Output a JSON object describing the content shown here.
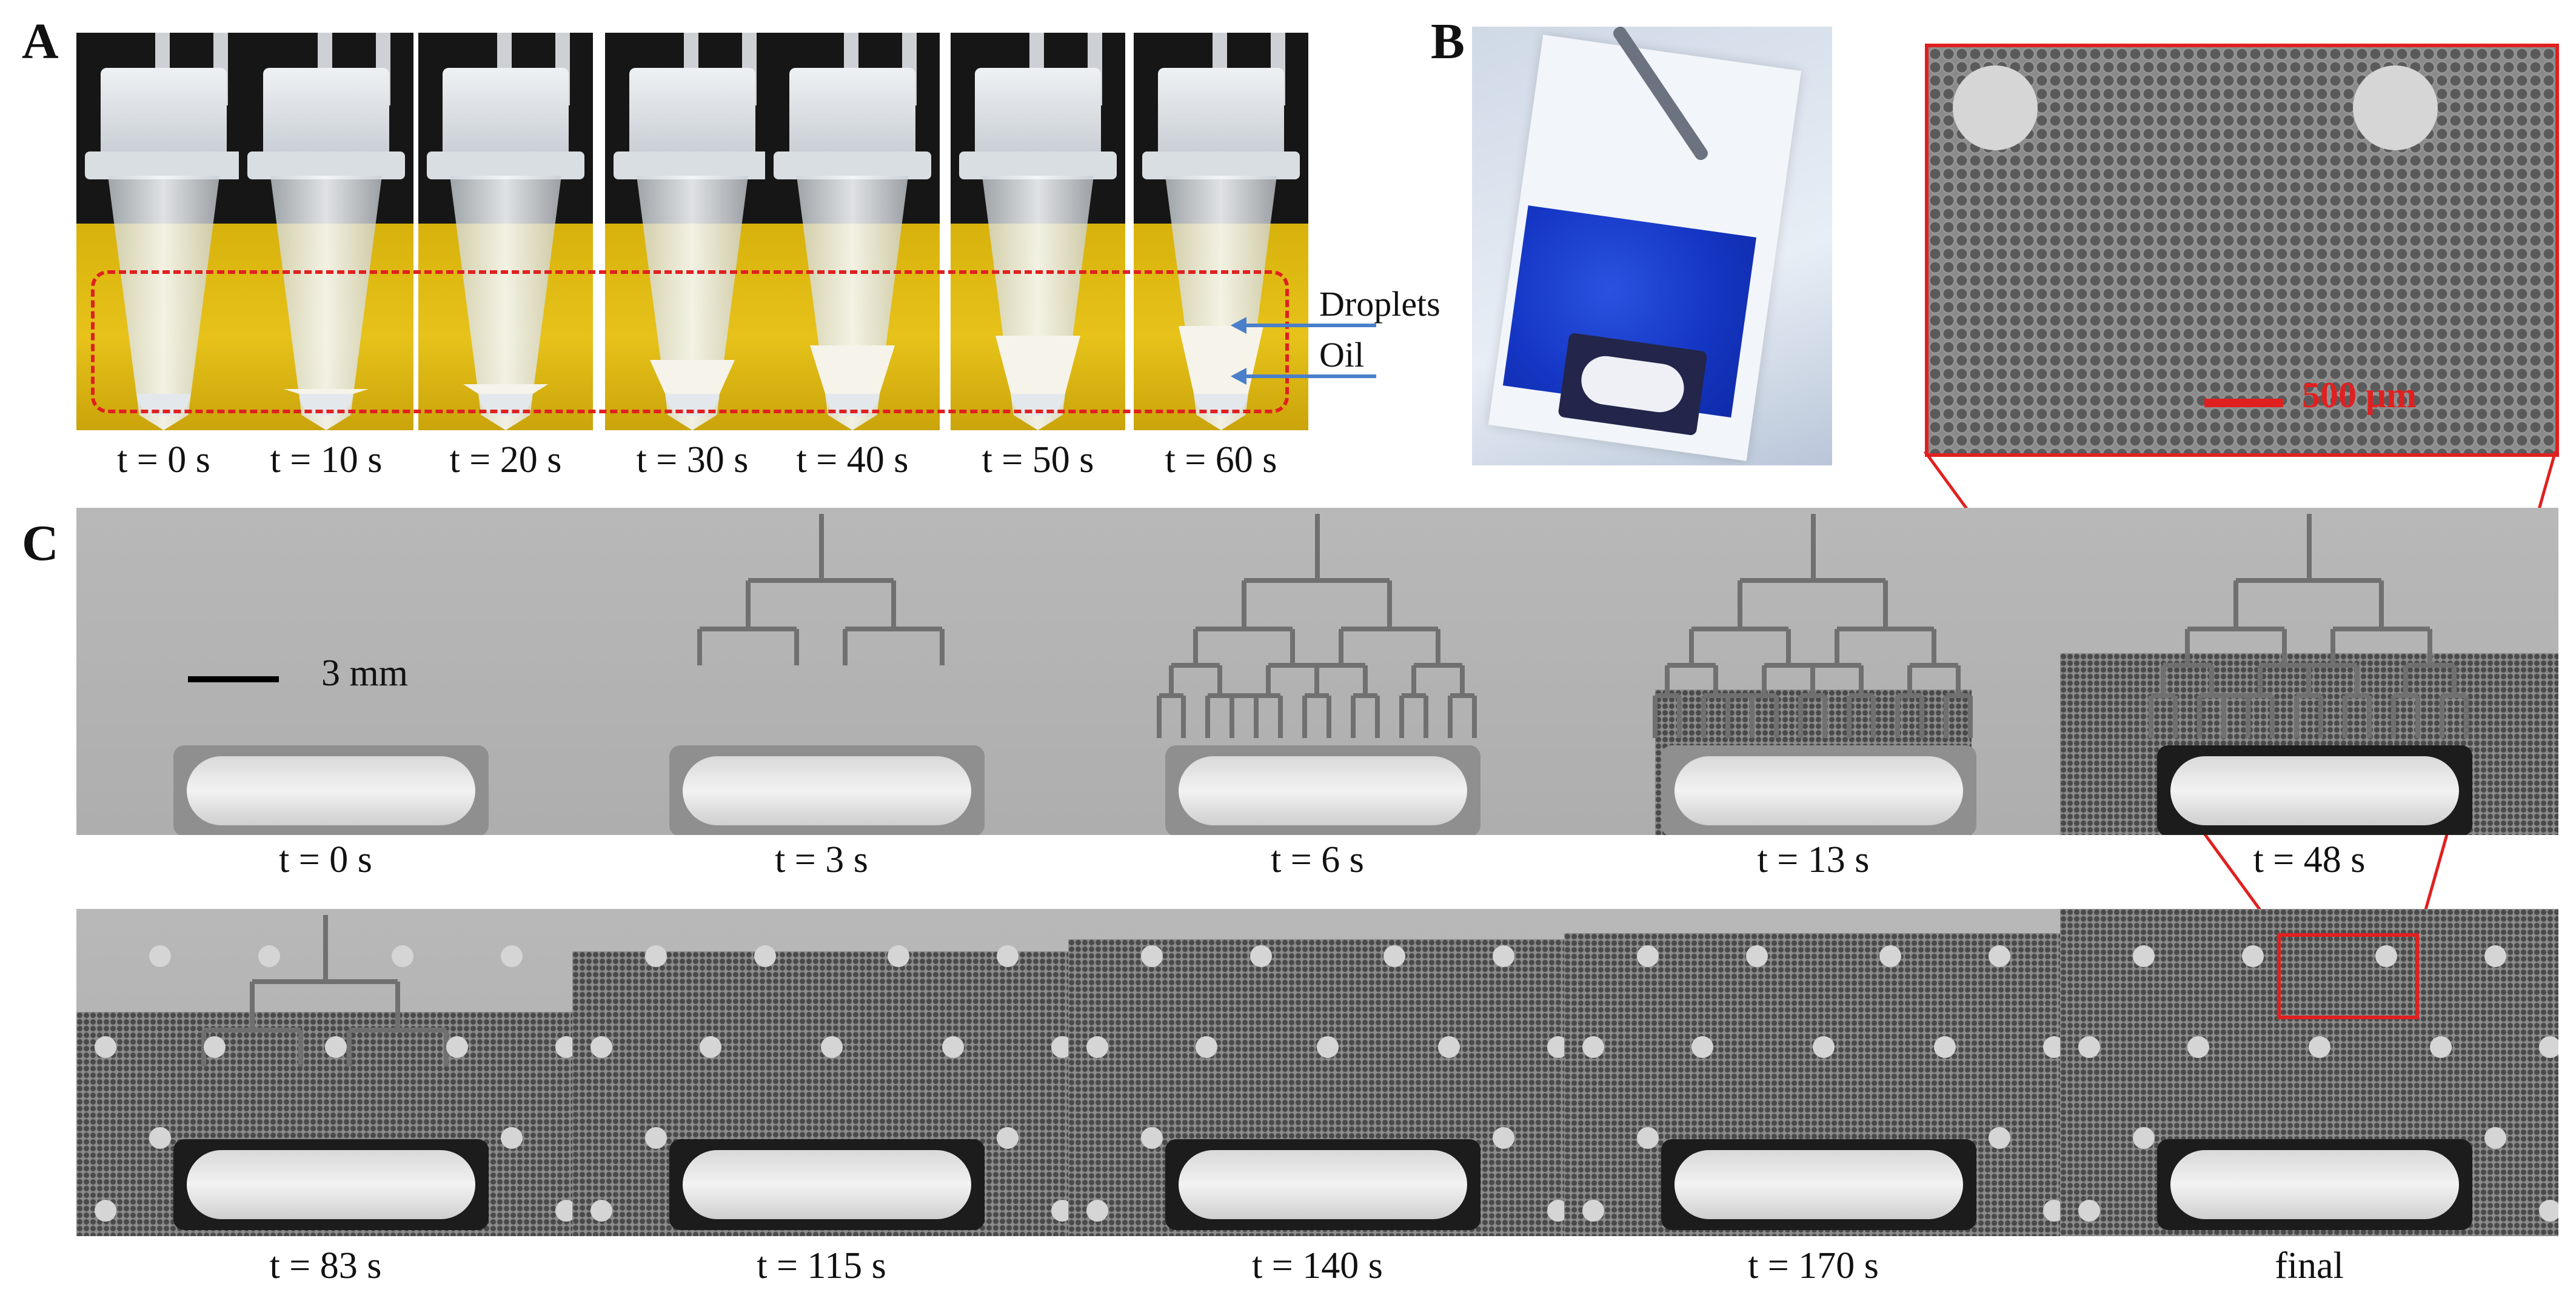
{
  "panel_labels": {
    "a": "A",
    "b": "B",
    "c": "C"
  },
  "panel_a": {
    "times": [
      "t = 0 s",
      "t = 10 s",
      "t = 20 s",
      "t = 30 s",
      "t = 40 s",
      "t = 50 s",
      "t = 60 s"
    ],
    "droplet_fill_fraction": [
      0.0,
      0.05,
      0.1,
      0.35,
      0.5,
      0.6,
      0.7
    ],
    "labels": {
      "droplets": "Droplets",
      "oil": "Oil"
    },
    "colors": {
      "highlight_box": "#e02020",
      "arrow": "#4a7fc9",
      "background": "#e6c21a"
    }
  },
  "panel_b": {
    "scale_label": "500 μm",
    "colors": {
      "zoom_border": "#e02020",
      "dye": "#1536c4"
    }
  },
  "panel_c": {
    "scale_label": "3 mm",
    "row1": [
      "t = 0 s",
      "t = 3 s",
      "t = 6 s",
      "t = 13 s",
      "t = 48 s"
    ],
    "row2": [
      "t = 83 s",
      "t = 115 s",
      "t = 140 s",
      "t = 170 s",
      "final"
    ],
    "colors": {
      "zoom_link": "#e02020"
    }
  }
}
